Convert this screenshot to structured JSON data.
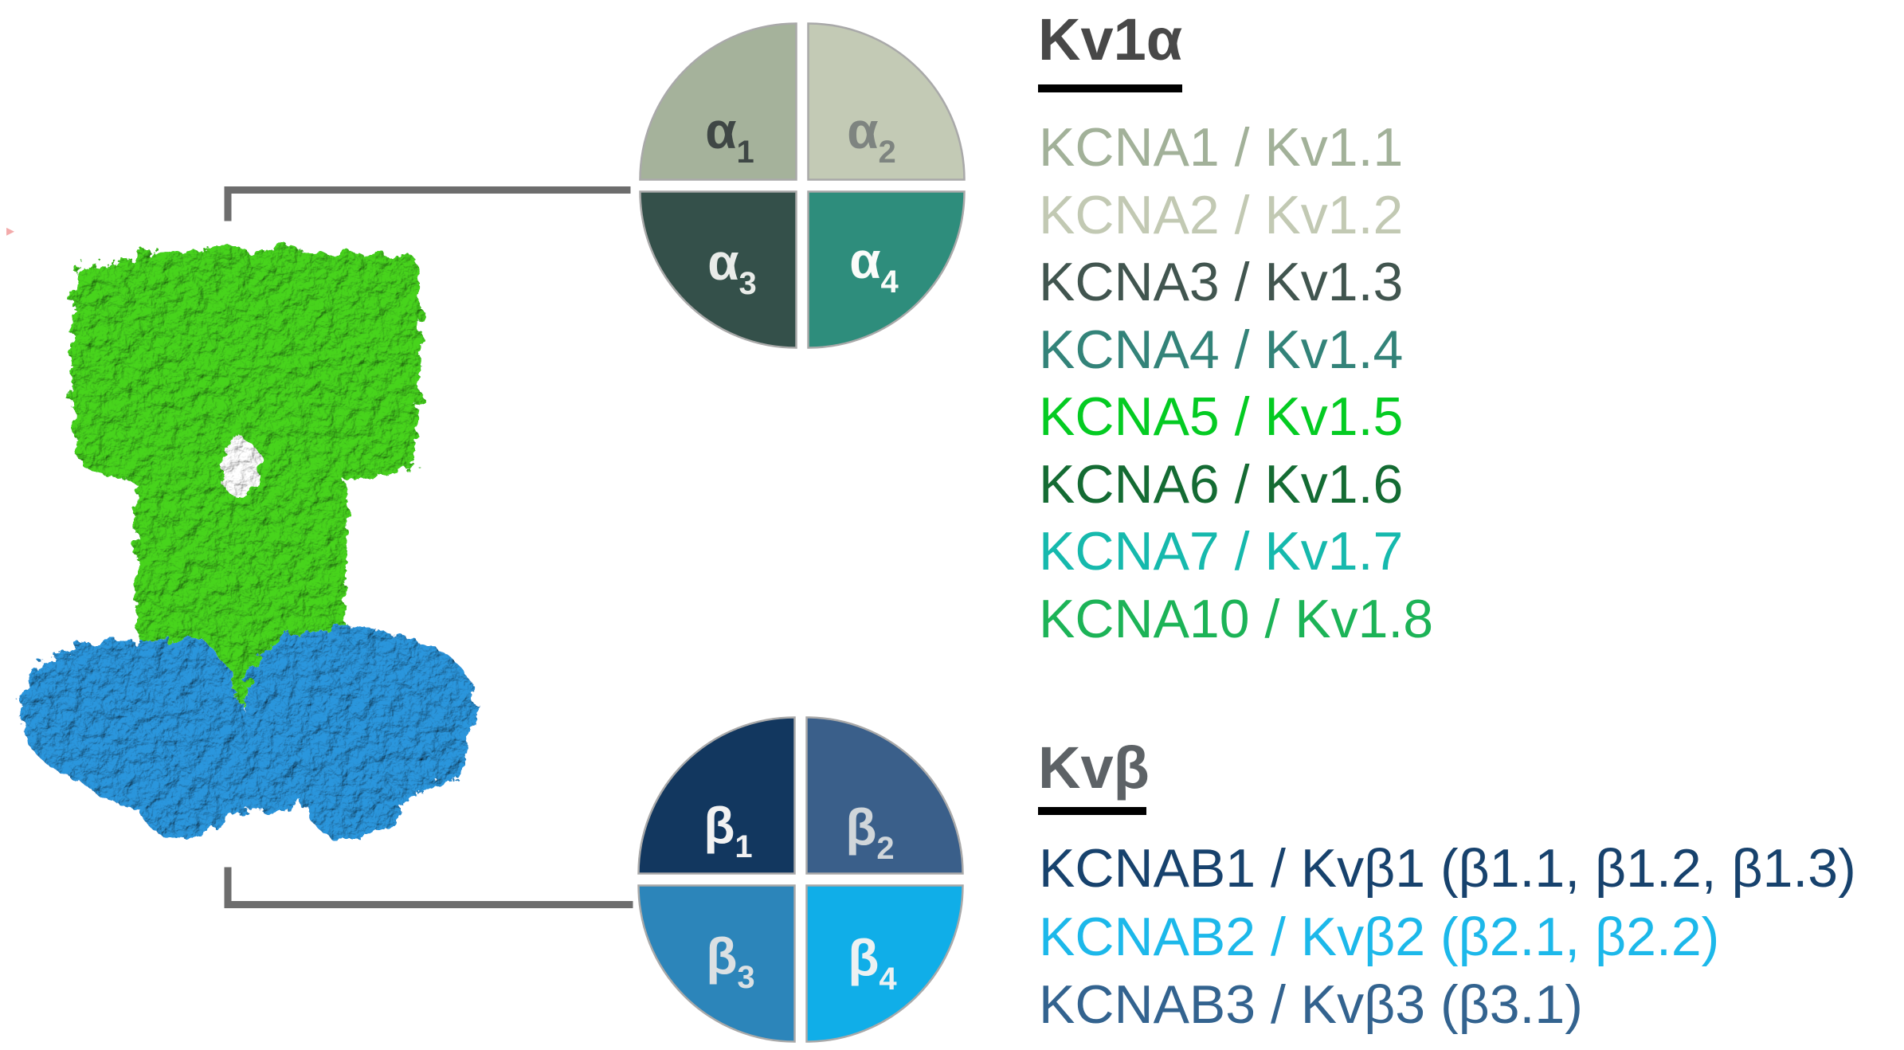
{
  "alpha_section": {
    "heading": "Kv1α",
    "heading_color": "#484848",
    "items": [
      {
        "label": "KCNA1 / Kv1.1",
        "color": "#a2b199"
      },
      {
        "label": "KCNA2 / Kv1.2",
        "color": "#c2c9b3"
      },
      {
        "label": "KCNA3 / Kv1.3",
        "color": "#41554f"
      },
      {
        "label": "KCNA4 / Kv1.4",
        "color": "#338379"
      },
      {
        "label": "KCNA5 / Kv1.5",
        "color": "#04cb22"
      },
      {
        "label": "KCNA6 / Kv1.6",
        "color": "#146b33"
      },
      {
        "label": "KCNA7 / Kv1.7",
        "color": "#16b9ad"
      },
      {
        "label": "KCNA10 / Kv1.8",
        "color": "#1cb357"
      }
    ]
  },
  "beta_section": {
    "heading": "Kvβ",
    "heading_color": "#5d6266",
    "items": [
      {
        "label": "KCNAB1 / Kvβ1 (β1.1, β1.2, β1.3)",
        "color": "#17426d"
      },
      {
        "label": "KCNAB2 / Kvβ2 (β2.1, β2.2)",
        "color": "#1cb8ea"
      },
      {
        "label": "KCNAB3 / Kvβ3 (β3.1)",
        "color": "#33638f"
      }
    ]
  },
  "alpha_circle": {
    "outline_color": "#a9a9a9",
    "quadrants": [
      {
        "symbol": "α",
        "sub": "1",
        "fill": "#a5b29b",
        "text_color": "#3f4745"
      },
      {
        "symbol": "α",
        "sub": "2",
        "fill": "#c3cab5",
        "text_color": "#7e8480"
      },
      {
        "symbol": "α",
        "sub": "3",
        "fill": "#34504a",
        "text_color": "#e9ece9"
      },
      {
        "symbol": "α",
        "sub": "4",
        "fill": "#2e8d7c",
        "text_color": "#fafcfa"
      }
    ]
  },
  "beta_circle": {
    "outline_color": "#a9a9a9",
    "quadrants": [
      {
        "symbol": "β",
        "sub": "1",
        "fill": "#12375f",
        "text_color": "#f2f2f2"
      },
      {
        "symbol": "β",
        "sub": "2",
        "fill": "#3a5f8a",
        "text_color": "#d0d6da"
      },
      {
        "symbol": "β",
        "sub": "3",
        "fill": "#2c85ba",
        "text_color": "#dbe0e3"
      },
      {
        "symbol": "β",
        "sub": "4",
        "fill": "#10aee8",
        "text_color": "#edf1f2"
      }
    ]
  },
  "protein": {
    "alpha_surface_color": "#46d41f",
    "beta_surface_color": "#2a96dd",
    "pore_color": "#ffffff"
  },
  "connectors": {
    "color": "#6d6d6d"
  },
  "misc": {
    "stray_mark": "▸",
    "stray_mark_color": "#f3aaaa"
  }
}
